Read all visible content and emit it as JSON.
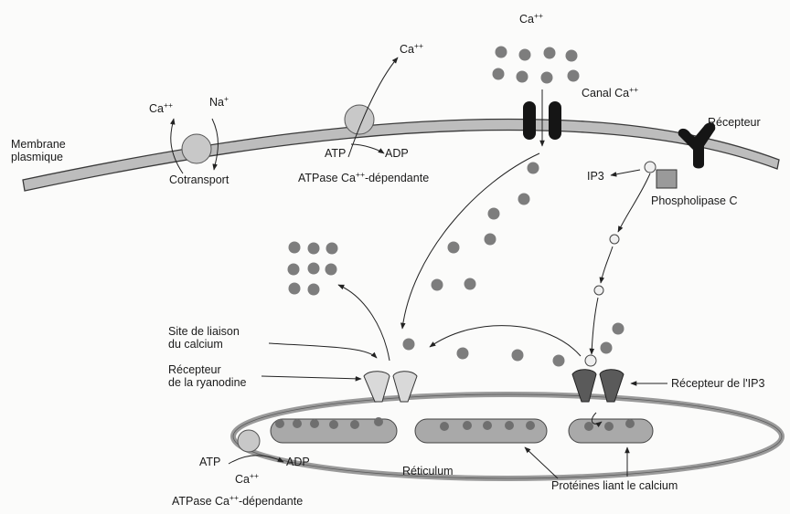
{
  "colors": {
    "membrane_fill": "#bdbdbd",
    "membrane_edge": "#3a3a3a",
    "ion": "#7d7d7d",
    "channel": "#151515",
    "receptor_ip3": "#5a5a5a",
    "ryanodine": "#d9d9d9",
    "reticulum_outline": "#9a9a9a",
    "protein": "#a9a9a9"
  },
  "labels": {
    "membrane_line1": "Membrane",
    "membrane_line2": "plasmique",
    "cotransport": "Cotransport",
    "atp_top": "ATP",
    "adp_top": "ADP",
    "atpase_top_pre": "ATPase Ca",
    "atpase_top_sup": "++",
    "atpase_top_post": "-dépendante",
    "canal_pre": "Canal Ca",
    "canal_sup": "++",
    "recepteur": "Récepteur",
    "phospholipase": "Phospholipase C",
    "ip3": "IP3",
    "site_line1": "Site de liaison",
    "site_line2": "du calcium",
    "ryano_line1": "Récepteur",
    "ryano_line2": "de la ryanodine",
    "recepteur_ip3": "Récepteur de l'IP3",
    "reticulum": "Réticulum",
    "proteines": "Protéines liant le calcium",
    "atp_bottom": "ATP",
    "adp_bottom": "ADP",
    "atpase_bottom_pre": "ATPase Ca",
    "atpase_bottom_sup": "++",
    "atpase_bottom_post": "-dépendante"
  },
  "ions": {
    "ca": "Ca",
    "ca_charge": "++",
    "na": "Na",
    "na_charge": "+"
  },
  "icons": [
    "cotransporter-protein",
    "atpase-pump",
    "calcium-channel",
    "receptor",
    "phospholipase-c",
    "ip3-molecule",
    "ryanodine-receptor",
    "ip3-receptor",
    "reticulum",
    "calcium-binding-protein"
  ]
}
